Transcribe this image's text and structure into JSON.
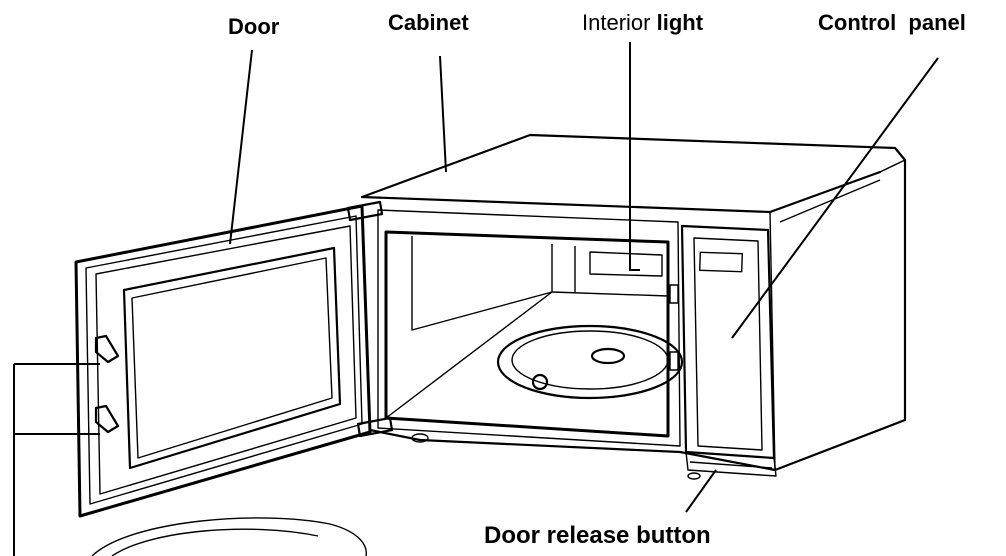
{
  "labels": {
    "door": "Door",
    "cabinet": "Cabinet",
    "interior_light_prefix": "Interior",
    "interior_light_suffix": "light",
    "control_panel": "Control  panel",
    "door_release_button": "Door release button"
  },
  "colors": {
    "line": "#000000",
    "background": "#ffffff"
  }
}
